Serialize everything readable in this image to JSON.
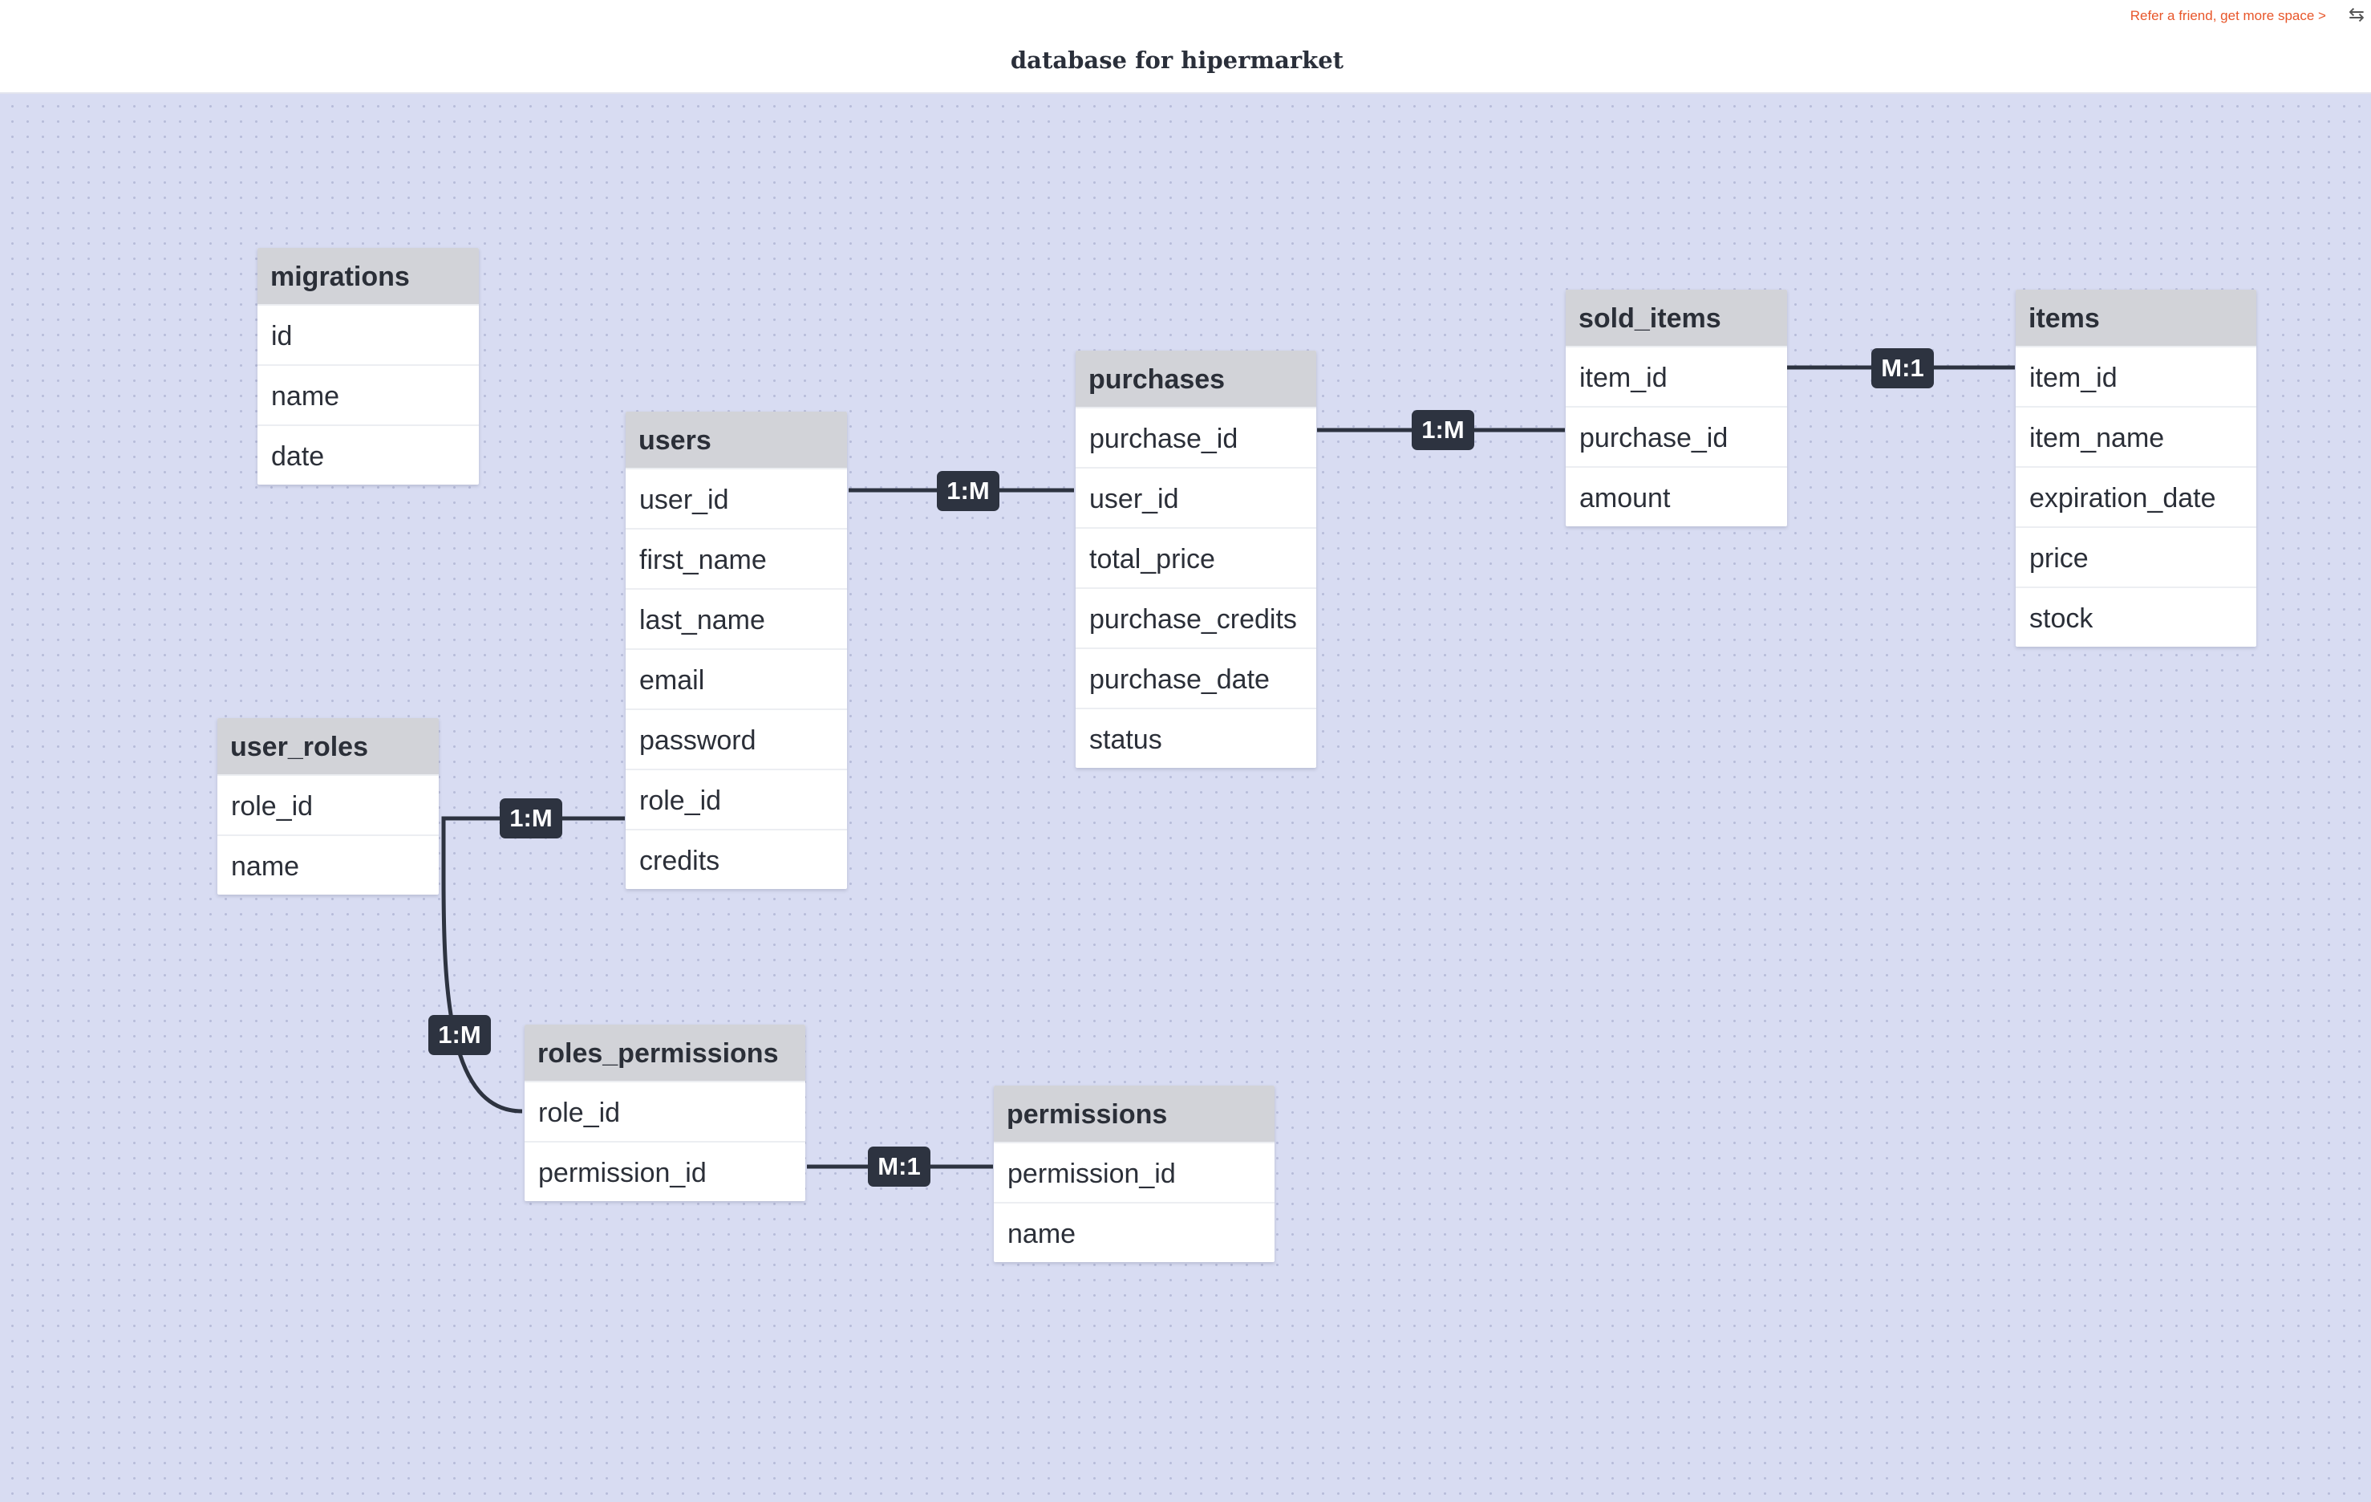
{
  "header": {
    "title": "database for hipermarket",
    "refer_link": "Refer a friend, get more space >",
    "collapse_icon": "collapse-icon"
  },
  "tables": [
    {
      "id": "migrations",
      "name": "migrations",
      "fields": [
        "id",
        "name",
        "date"
      ]
    },
    {
      "id": "users",
      "name": "users",
      "fields": [
        "user_id",
        "first_name",
        "last_name",
        "email",
        "password",
        "role_id",
        "credits"
      ]
    },
    {
      "id": "purchases",
      "name": "purchases",
      "fields": [
        "purchase_id",
        "user_id",
        "total_price",
        "purchase_credits",
        "purchase_date",
        "status"
      ]
    },
    {
      "id": "sold_items",
      "name": "sold_items",
      "fields": [
        "item_id",
        "purchase_id",
        "amount"
      ]
    },
    {
      "id": "items",
      "name": "items",
      "fields": [
        "item_id",
        "item_name",
        "expiration_date",
        "price",
        "stock"
      ]
    },
    {
      "id": "user_roles",
      "name": "user_roles",
      "fields": [
        "role_id",
        "name"
      ]
    },
    {
      "id": "roles_permissions",
      "name": "roles_permissions",
      "fields": [
        "role_id",
        "permission_id"
      ]
    },
    {
      "id": "permissions",
      "name": "permissions",
      "fields": [
        "permission_id",
        "name"
      ]
    }
  ],
  "relationships": [
    {
      "id": "users-purchases",
      "from": "users.user_id",
      "to": "purchases.user_id",
      "label": "1:M"
    },
    {
      "id": "purchases-sold_items",
      "from": "purchases.purchase_id",
      "to": "sold_items.purchase_id",
      "label": "1:M"
    },
    {
      "id": "sold_items-items",
      "from": "sold_items.item_id",
      "to": "items.item_id",
      "label": "M:1"
    },
    {
      "id": "user_roles-users",
      "from": "user_roles.role_id",
      "to": "users.role_id",
      "label": "1:M"
    },
    {
      "id": "user_roles-roles_permissions",
      "from": "user_roles.role_id",
      "to": "roles_permissions.role_id",
      "label": "1:M"
    },
    {
      "id": "roles_permissions-permissions",
      "from": "roles_permissions.permission_id",
      "to": "permissions.permission_id",
      "label": "M:1"
    }
  ],
  "colors": {
    "canvas": "#d8dcf2",
    "table_header": "#d2d3d8",
    "line": "#2d3340",
    "accent_link": "#e8562a"
  }
}
